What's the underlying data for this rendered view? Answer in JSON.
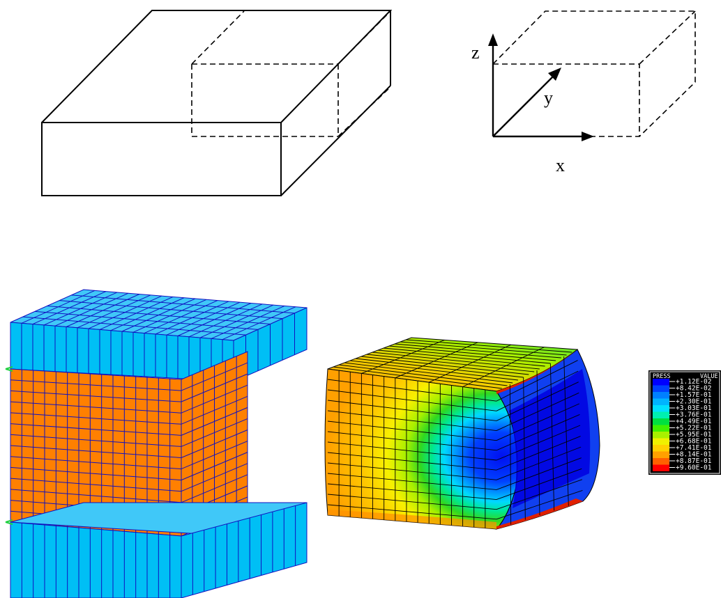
{
  "axes": {
    "x_label": "x",
    "y_label": "y",
    "z_label": "z"
  },
  "legend": {
    "title": "PRESS",
    "value_header": "VALUE",
    "values": [
      "+1.12E-02",
      "+8.42E-02",
      "+1.57E-01",
      "+2.30E-01",
      "+3.03E-01",
      "+3.76E-01",
      "+4.49E-01",
      "+5.22E-01",
      "+5.95E-01",
      "+6.68E-01",
      "+7.41E-01",
      "+8.14E-01",
      "+8.87E-01",
      "+9.60E-01"
    ],
    "colors": [
      "#0000ff",
      "#0040ff",
      "#0080ff",
      "#00b4ff",
      "#00e0ff",
      "#00f0b0",
      "#00e040",
      "#40f000",
      "#a8f000",
      "#f0f000",
      "#ffd000",
      "#ffa000",
      "#ff6000",
      "#ff0000"
    ]
  },
  "colors": {
    "platen": "#00bff5",
    "specimen": "#ff8000",
    "mesh_line": "#1010c0"
  }
}
